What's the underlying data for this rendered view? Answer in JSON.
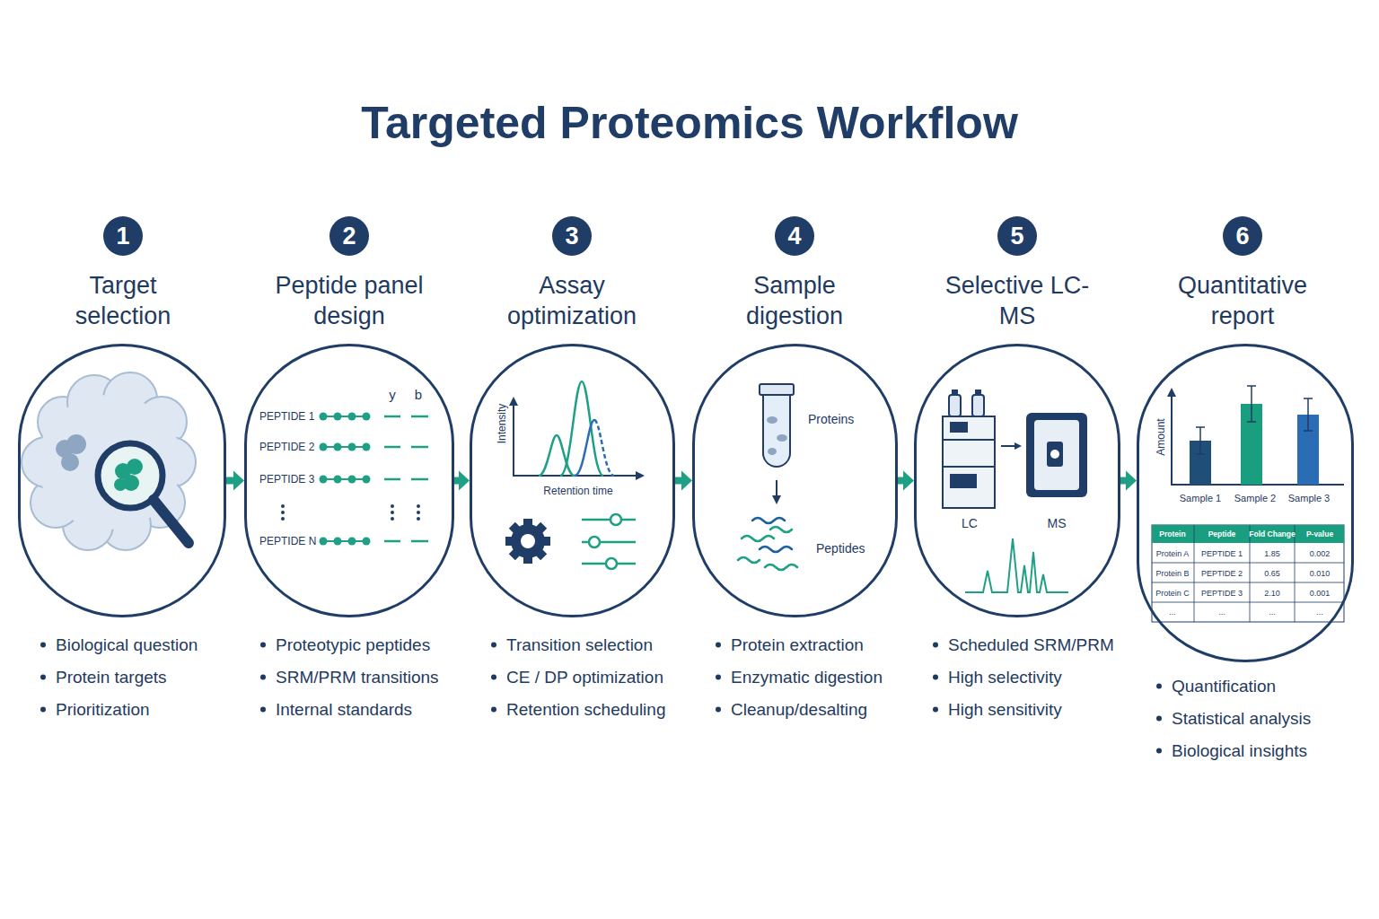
{
  "diagram": {
    "title": "Targeted Proteomics Workflow",
    "nodes": [
      {
        "text": [
          "1"
        ]
      },
      {
        "text": [
          "Target selection",
          "Biological question",
          "Protein targets",
          "Prioritization"
        ]
      },
      {
        "text": [
          "2"
        ]
      },
      {
        "text": [
          "Peptide panel design",
          "y",
          "b",
          "PEPTIDE 1",
          "PEPTIDE 2",
          "PEPTIDE 3",
          "PEPTIDE N",
          "Proteotypic peptides",
          "SRM/PRM transitions",
          "Internal standards"
        ]
      },
      {
        "text": [
          "3"
        ]
      },
      {
        "text": [
          "Assay optimization",
          "Intensity",
          "Retention time",
          "Transition selection",
          "CE / DP optimization",
          "Retention scheduling"
        ]
      },
      {
        "text": [
          "4"
        ]
      },
      {
        "text": [
          "Sample digestion",
          "Proteins",
          "Peptides",
          "Protein extraction",
          "Enzymatic digestion",
          "Cleanup/desalting"
        ]
      },
      {
        "text": [
          "5"
        ]
      },
      {
        "text": [
          "Selective LC-MS",
          "LC",
          "MS",
          "Scheduled SRM/PRM",
          "High selectivity",
          "High sensitivity"
        ]
      },
      {
        "text": [
          "6"
        ]
      },
      {
        "text": [
          "Quantitative report",
          "Amount",
          "Sample 1",
          "Sample 2",
          "Sample 3",
          "Quantification",
          "Statistical analysis",
          "Biological insights"
        ]
      }
    ],
    "edges": [
      {
        "from": 1,
        "to": 3,
        "arrow": "to"
      },
      {
        "from": 3,
        "to": 5,
        "arrow": "to"
      },
      {
        "from": 5,
        "to": 7,
        "arrow": "to"
      },
      {
        "from": 7,
        "to": 9,
        "arrow": "to"
      },
      {
        "from": 9,
        "to": 11,
        "arrow": "to"
      }
    ],
    "labels": [
      "Protein",
      "Peptide",
      "Fold Change",
      "P-value",
      "Protein A",
      "PEPTIDE 1",
      "1.85",
      "0.002",
      "Protein B",
      "PEPTIDE 2",
      "0.65",
      "0.010",
      "Protein C",
      "PEPTIDE 3",
      "2.10",
      "0.001",
      "...",
      "...",
      "...",
      "..."
    ]
  }
}
